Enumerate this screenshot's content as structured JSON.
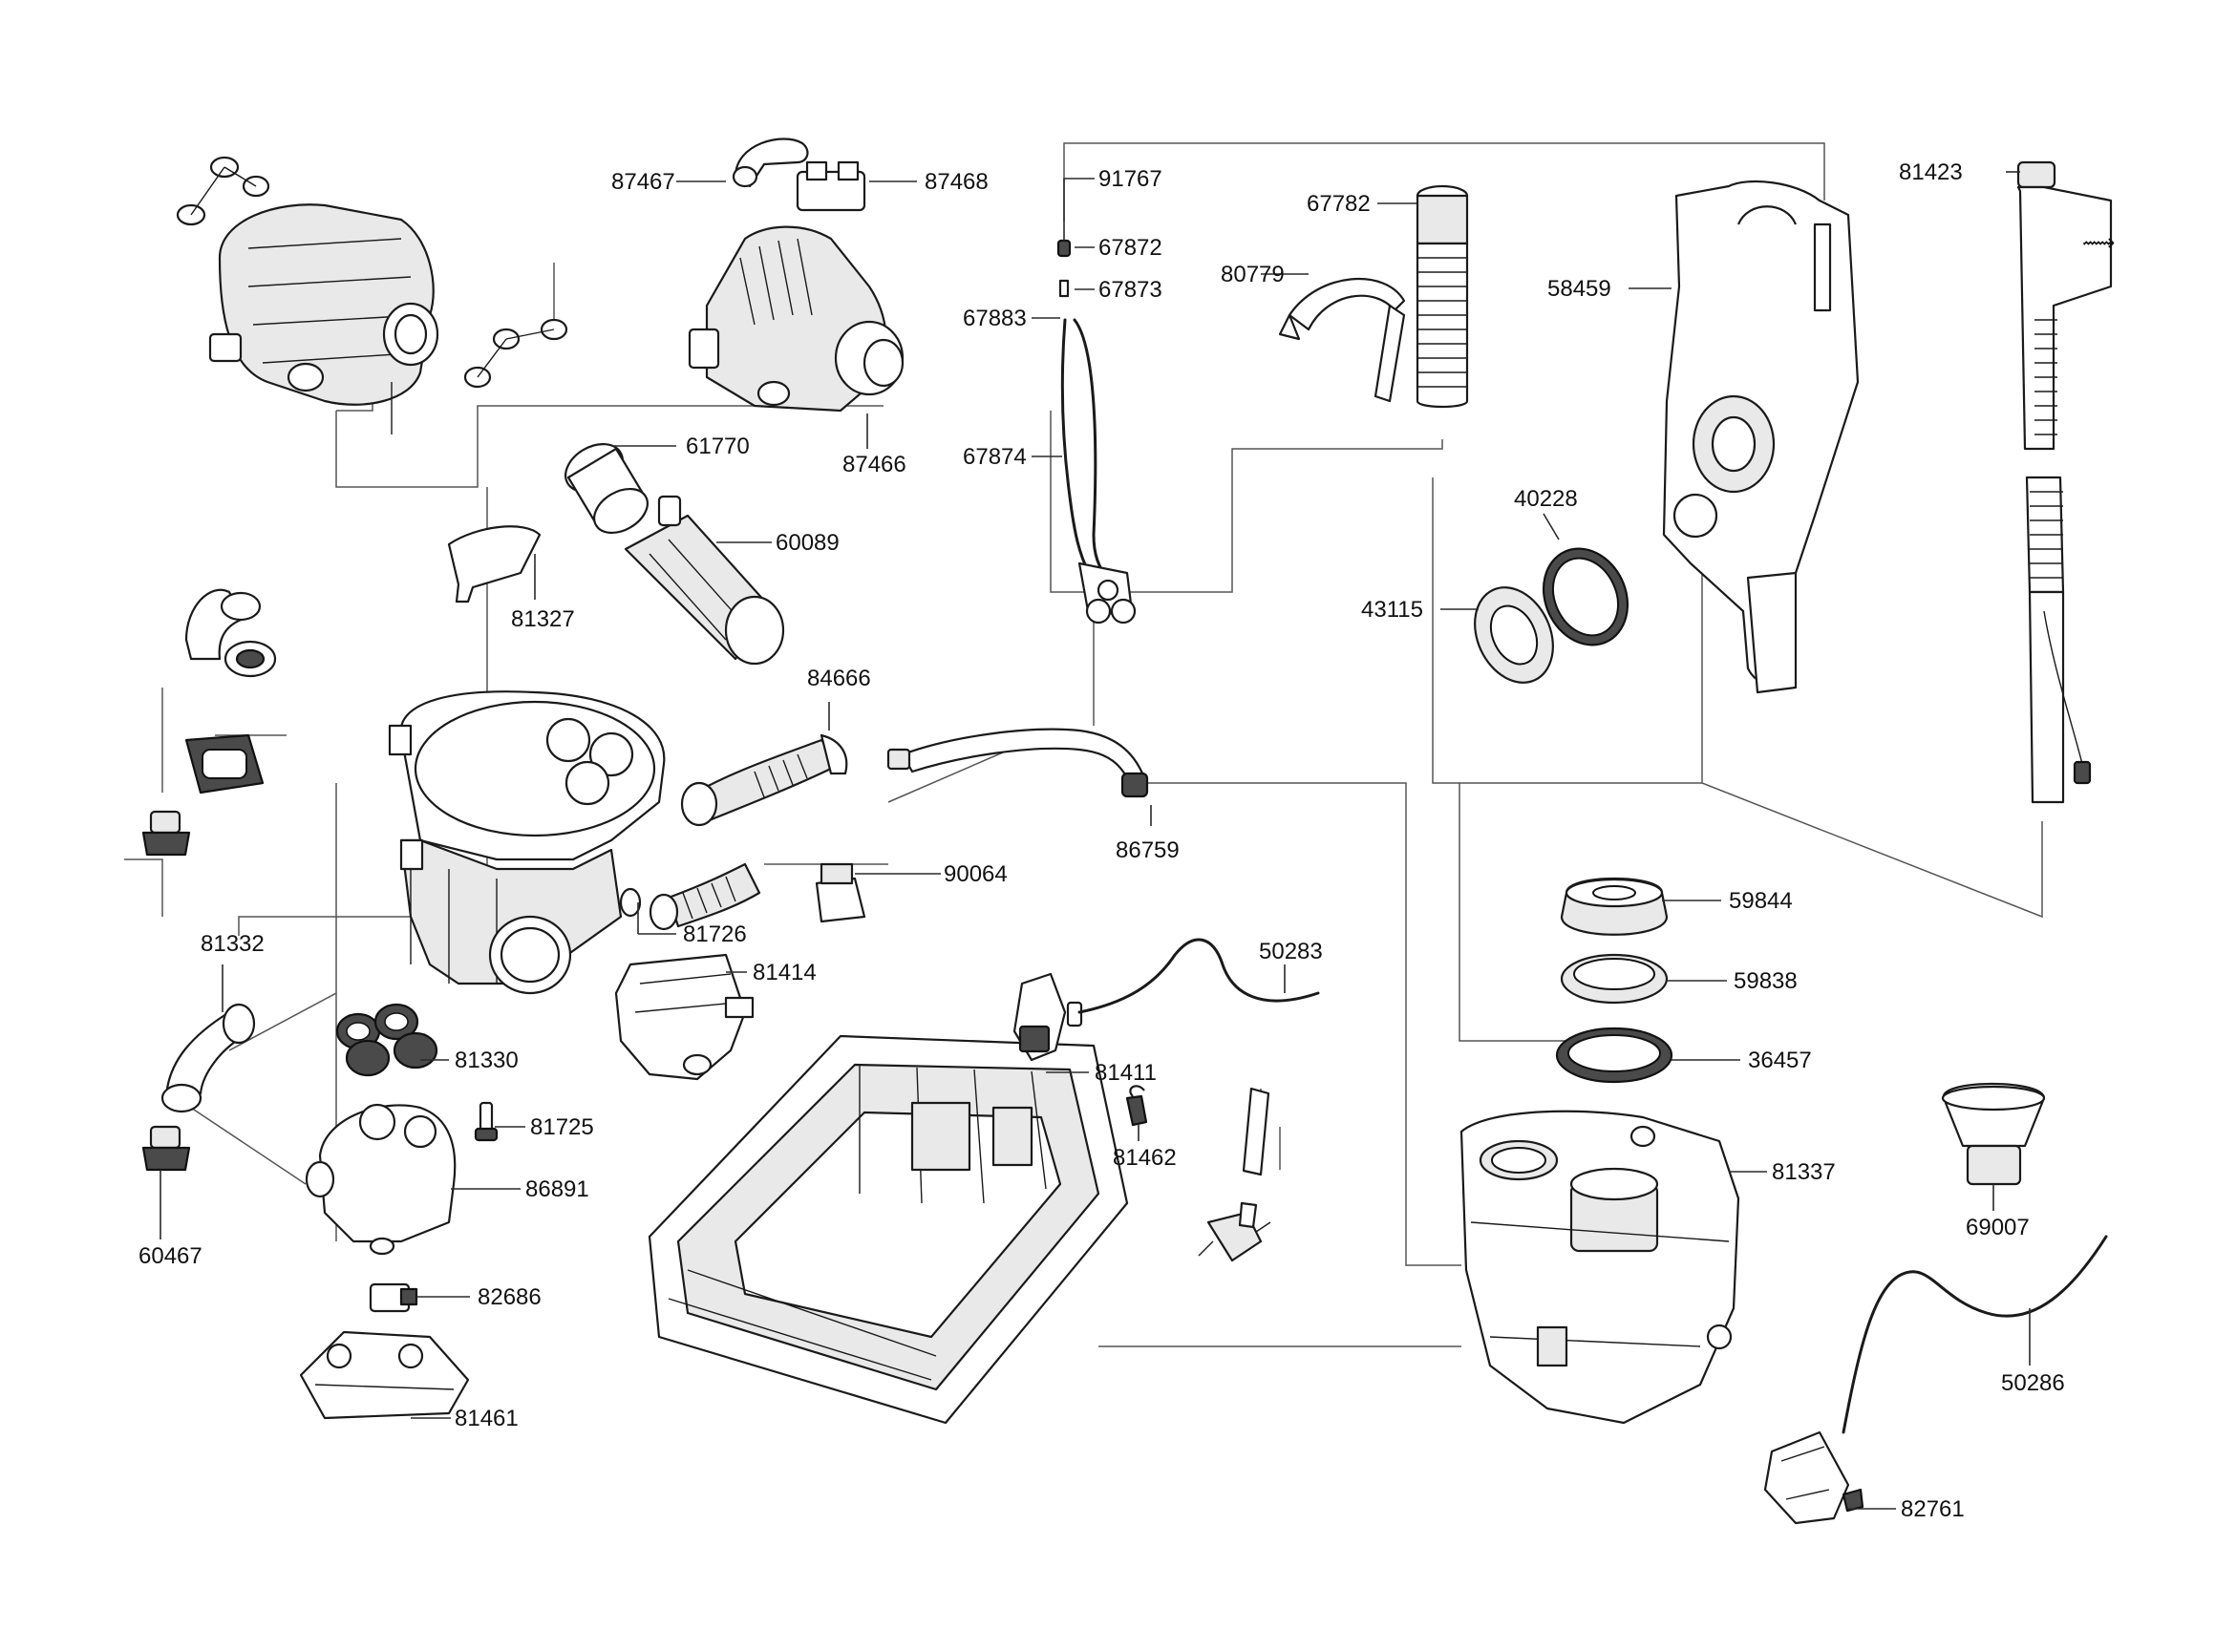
{
  "parts": [
    {
      "id": "p87467",
      "label": "87467"
    },
    {
      "id": "p87468",
      "label": "87468"
    },
    {
      "id": "p91767",
      "label": "91767"
    },
    {
      "id": "p81423",
      "label": "81423"
    },
    {
      "id": "p67782",
      "label": "67782"
    },
    {
      "id": "p67872",
      "label": "67872"
    },
    {
      "id": "p67873",
      "label": "67873"
    },
    {
      "id": "p67883",
      "label": "67883"
    },
    {
      "id": "p80779",
      "label": "80779"
    },
    {
      "id": "p58459",
      "label": "58459"
    },
    {
      "id": "p61770",
      "label": "61770"
    },
    {
      "id": "p87466",
      "label": "87466"
    },
    {
      "id": "p67874",
      "label": "67874"
    },
    {
      "id": "p40228",
      "label": "40228"
    },
    {
      "id": "p60089",
      "label": "60089"
    },
    {
      "id": "p81327",
      "label": "81327"
    },
    {
      "id": "p43115",
      "label": "43115"
    },
    {
      "id": "p84666",
      "label": "84666"
    },
    {
      "id": "p86759",
      "label": "86759"
    },
    {
      "id": "p90064",
      "label": "90064"
    },
    {
      "id": "p59844",
      "label": "59844"
    },
    {
      "id": "p81726",
      "label": "81726"
    },
    {
      "id": "p81332",
      "label": "81332"
    },
    {
      "id": "p50283",
      "label": "50283"
    },
    {
      "id": "p81414",
      "label": "81414"
    },
    {
      "id": "p59838",
      "label": "59838"
    },
    {
      "id": "p81330",
      "label": "81330"
    },
    {
      "id": "p81411",
      "label": "81411"
    },
    {
      "id": "p36457",
      "label": "36457"
    },
    {
      "id": "p81725",
      "label": "81725"
    },
    {
      "id": "p81462",
      "label": "81462"
    },
    {
      "id": "p81337",
      "label": "81337"
    },
    {
      "id": "p86891",
      "label": "86891"
    },
    {
      "id": "p69007",
      "label": "69007"
    },
    {
      "id": "p60467",
      "label": "60467"
    },
    {
      "id": "p82686",
      "label": "82686"
    },
    {
      "id": "p50286",
      "label": "50286"
    },
    {
      "id": "p81461",
      "label": "81461"
    },
    {
      "id": "p82761",
      "label": "82761"
    }
  ]
}
